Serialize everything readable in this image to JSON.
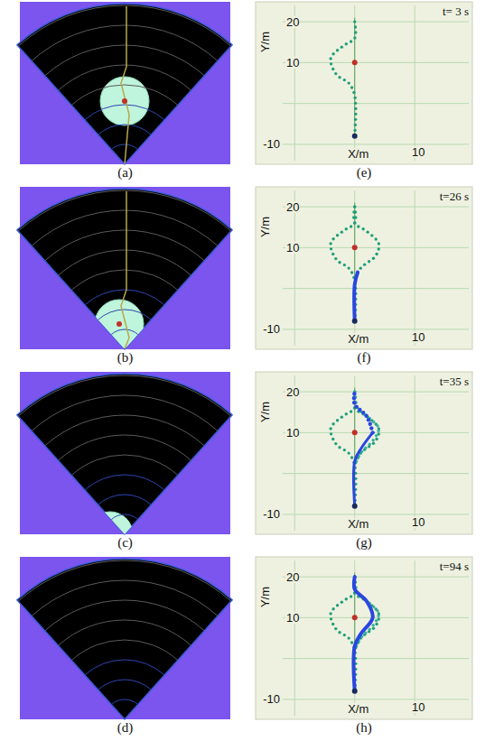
{
  "diagram": {
    "labels": [
      "(a)",
      "(e)",
      "t= 3 s",
      "20",
      "10",
      "-10",
      "Y/m",
      "X/m",
      "10",
      "(b)",
      "(f)",
      "t=26 s",
      "20",
      "10",
      "-10",
      "Y/m",
      "X/m",
      "10",
      "(c)",
      "(g)",
      "t=35 s",
      "20",
      "10",
      "-10",
      "Y/m",
      "X/m",
      "10",
      "(d)",
      "(h)",
      "t=94 s",
      "20",
      "10",
      "-10",
      "Y/m",
      "X/m",
      "10"
    ]
  }
}
